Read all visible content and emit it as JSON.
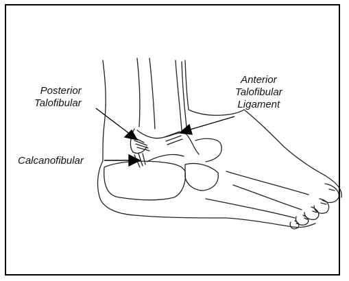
{
  "labels": {
    "posterior": [
      "Posterior",
      "Talofibular"
    ],
    "anterior": [
      "Anterior",
      "Talofibular",
      "Ligament"
    ],
    "calcaneofibular": "Calcanofibular"
  }
}
